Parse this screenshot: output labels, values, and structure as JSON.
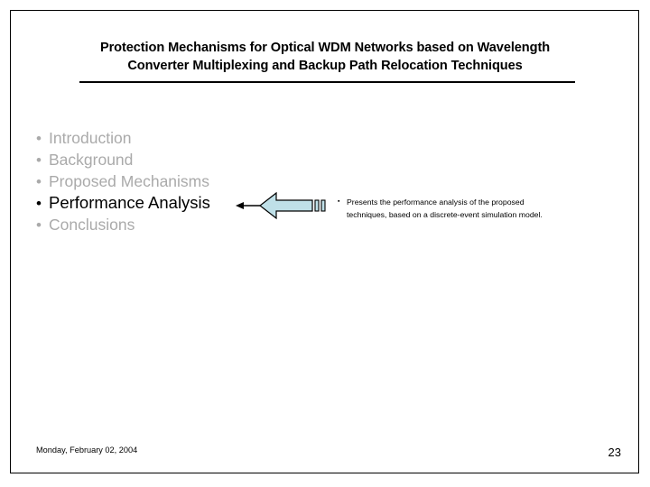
{
  "slide": {
    "title_lines": [
      "Protection Mechanisms for Optical WDM Networks based on Wavelength",
      "Converter Multiplexing and Backup Path Relocation Techniques"
    ],
    "agenda": {
      "bullet_glyph": "•",
      "items": [
        {
          "label": "Introduction",
          "state": "dim"
        },
        {
          "label": "Background",
          "state": "dim"
        },
        {
          "label": "Proposed Mechanisms",
          "state": "dim"
        },
        {
          "label": "Performance Analysis",
          "state": "active"
        },
        {
          "label": "Conclusions",
          "state": "dim"
        }
      ]
    },
    "callout": {
      "icon_name": "left-block-arrow-icon",
      "fill_color": "#bfe0e8",
      "outline_color": "#000000"
    },
    "annotation": {
      "bullet_glyph": "▪",
      "lines": [
        "Presents the performance analysis of the proposed",
        "techniques, based on a discrete-event simulation model."
      ]
    },
    "footer": {
      "date": "Monday, February 02, 2004",
      "page_number": "23"
    },
    "colors": {
      "dim_text": "#aaaaaa",
      "active_text": "#000000",
      "arrow_fill": "#bfe0e8",
      "border": "#000000",
      "background": "#ffffff"
    }
  }
}
